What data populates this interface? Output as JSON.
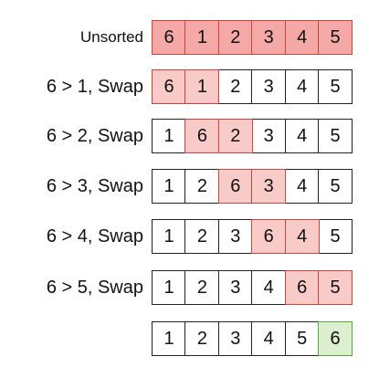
{
  "rows": [
    {
      "label": "Unsorted",
      "cells": [
        "6",
        "1",
        "2",
        "3",
        "4",
        "5"
      ],
      "highlight": [
        "red",
        "red",
        "red",
        "red",
        "red",
        "red"
      ]
    },
    {
      "label": "6 > 1, Swap",
      "cells": [
        "6",
        "1",
        "2",
        "3",
        "4",
        "5"
      ],
      "highlight": [
        "redlight",
        "redlight",
        "none",
        "none",
        "none",
        "none"
      ]
    },
    {
      "label": "6 > 2, Swap",
      "cells": [
        "1",
        "6",
        "2",
        "3",
        "4",
        "5"
      ],
      "highlight": [
        "none",
        "redlight",
        "redlight",
        "none",
        "none",
        "none"
      ]
    },
    {
      "label": "6 > 3, Swap",
      "cells": [
        "1",
        "2",
        "6",
        "3",
        "4",
        "5"
      ],
      "highlight": [
        "none",
        "none",
        "redlight",
        "redlight",
        "none",
        "none"
      ]
    },
    {
      "label": "6 > 4, Swap",
      "cells": [
        "1",
        "2",
        "3",
        "6",
        "4",
        "5"
      ],
      "highlight": [
        "none",
        "none",
        "none",
        "redlight",
        "redlight",
        "none"
      ]
    },
    {
      "label": "6 > 5, Swap",
      "cells": [
        "1",
        "2",
        "3",
        "4",
        "6",
        "5"
      ],
      "highlight": [
        "none",
        "none",
        "none",
        "none",
        "redlight",
        "redlight"
      ]
    },
    {
      "label": "",
      "cells": [
        "1",
        "2",
        "3",
        "4",
        "5",
        "6"
      ],
      "highlight": [
        "none",
        "none",
        "none",
        "none",
        "none",
        "green"
      ]
    }
  ],
  "colors": {
    "unsorted_fill": "#f4a9a6",
    "swap_fill": "#f9cbc8",
    "swap_border": "#c9443f",
    "sorted_fill": "#dcefcf",
    "sorted_border": "#5aa548"
  }
}
